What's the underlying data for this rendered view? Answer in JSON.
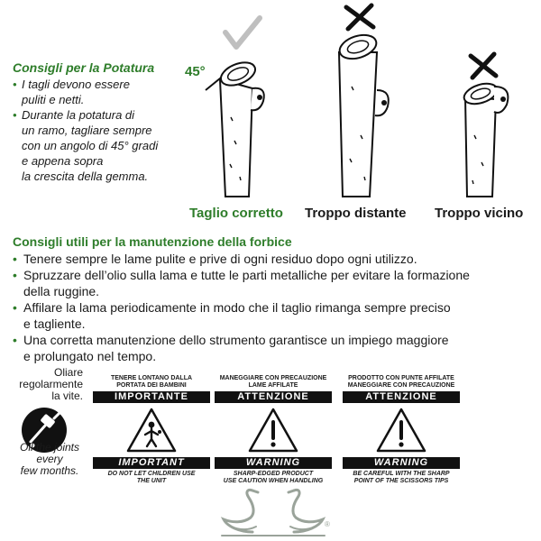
{
  "pruning": {
    "title": "Consigli per la Potatura",
    "items": [
      {
        "bullet": "•",
        "lines": [
          "I tagli devono essere",
          "puliti e netti."
        ]
      },
      {
        "bullet": "•",
        "lines": [
          "Durante la potatura di",
          "un ramo, tagliare sempre",
          "con un angolo di 45° gradi",
          "e appena sopra",
          "la crescita della gemma."
        ]
      }
    ]
  },
  "illustration": {
    "angle_label": "45°",
    "correct_label": "Taglio corretto",
    "far_label": "Troppo distante",
    "near_label": "Troppo vicino"
  },
  "maintenance": {
    "title": "Consigli utili per la manutenzione della forbice",
    "items": [
      {
        "bullet": "•",
        "lines": [
          "Tenere sempre le lame pulite e prive di ogni residuo dopo ogni utilizzo."
        ]
      },
      {
        "bullet": "•",
        "lines": [
          "Spruzzare dell’olio sulla lama e tutte le parti metalliche per evitare la formazione",
          "della ruggine."
        ]
      },
      {
        "bullet": "•",
        "lines": [
          "Affilare la lama periodicamente in modo che il taglio rimanga sempre preciso",
          "e tagliente."
        ]
      },
      {
        "bullet": "•",
        "lines": [
          "Una corretta manutenzione  dello strumento garantisce un impiego maggiore",
          "e prolungato nel tempo."
        ]
      }
    ]
  },
  "oil": {
    "it_lines": [
      "Oliare",
      "regolarmente",
      "la vite."
    ],
    "en_lines": [
      "Oil the joints",
      "every",
      "few months."
    ]
  },
  "panels": [
    {
      "caption_lines": [
        "TENERE LONTANO DALLA",
        "PORTATA DEI BAMBINI"
      ],
      "bar_it": "IMPORTANTE",
      "bar_en": "IMPORTANT",
      "foot_lines": [
        "DO NOT LET CHILDREN USE",
        "THE UNIT"
      ],
      "icon": "child-warning-icon"
    },
    {
      "caption_lines": [
        "MANEGGIARE CON PRECAUZIONE",
        "LAME AFFILATE"
      ],
      "bar_it": "ATTENZIONE",
      "bar_en": "WARNING",
      "foot_lines": [
        "SHARP-EDGED PRODUCT",
        "USE CAUTION WHEN HANDLING"
      ],
      "icon": "exclamation-warning-icon"
    },
    {
      "caption_lines": [
        "PRODOTTO CON PUNTE AFFILATE",
        "MANEGGIARE CON PRECAUZIONE"
      ],
      "bar_it": "ATTENZIONE",
      "bar_en": "WARNING",
      "foot_lines": [
        "BE CAREFUL WITH THE SHARP",
        "POINT OF THE SCISSORS TIPS"
      ],
      "icon": "exclamation-warning-icon"
    }
  ],
  "logo": {
    "registered": "®"
  },
  "colors": {
    "accent": "#2e7d2a",
    "bar": "#111111",
    "logo": "#9aa39a"
  }
}
